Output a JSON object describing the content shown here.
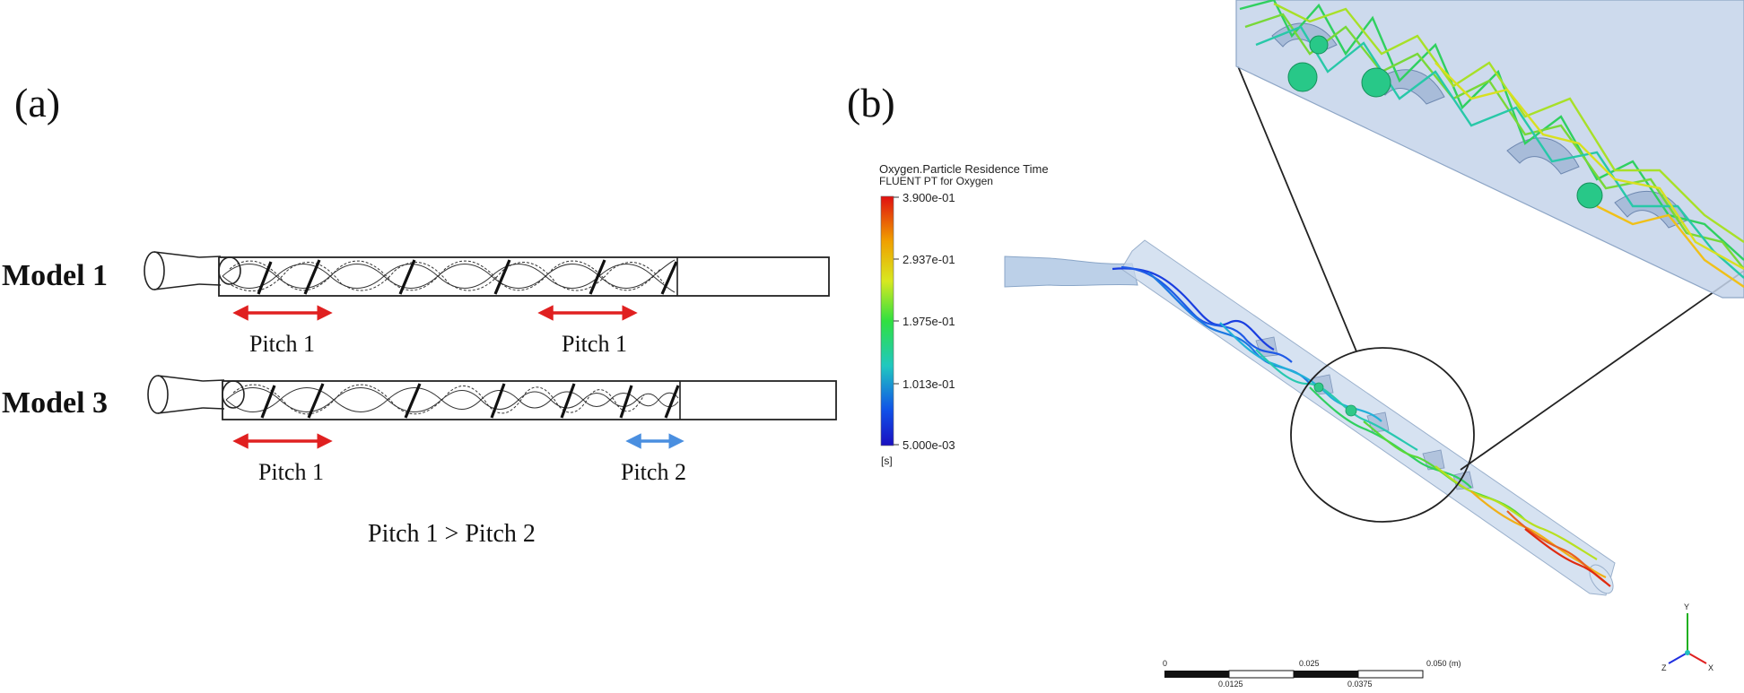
{
  "panel_a": {
    "label": "(a)",
    "models": [
      {
        "name": "Model 1",
        "pitch_labels": [
          "Pitch 1",
          "Pitch 1"
        ]
      },
      {
        "name": "Model 3",
        "pitch_labels": [
          "Pitch 1",
          "Pitch 2"
        ]
      }
    ],
    "comparison": "Pitch 1 > Pitch 2",
    "colors": {
      "pitch1_arrow": "#e02020",
      "pitch2_arrow": "#4a8fe0"
    }
  },
  "panel_b": {
    "label": "(b)",
    "legend": {
      "title_line1": "Oxygen.Particle Residence Time",
      "title_line2": "FLUENT PT for Oxygen",
      "ticks": [
        "3.900e-01",
        "2.937e-01",
        "1.975e-01",
        "1.013e-01",
        "5.000e-03"
      ],
      "unit": "[s]",
      "colors": [
        "#e01010",
        "#f0a000",
        "#d8e820",
        "#30e040",
        "#20c8c0",
        "#1050e8",
        "#1a10c0"
      ]
    },
    "scale_bar": {
      "top_labels": [
        "0",
        "0.025",
        "0.050 (m)"
      ],
      "bottom_labels": [
        "0.0125",
        "0.0375"
      ]
    },
    "axes": {
      "y": "Y",
      "x": "X",
      "z": "Z"
    }
  }
}
